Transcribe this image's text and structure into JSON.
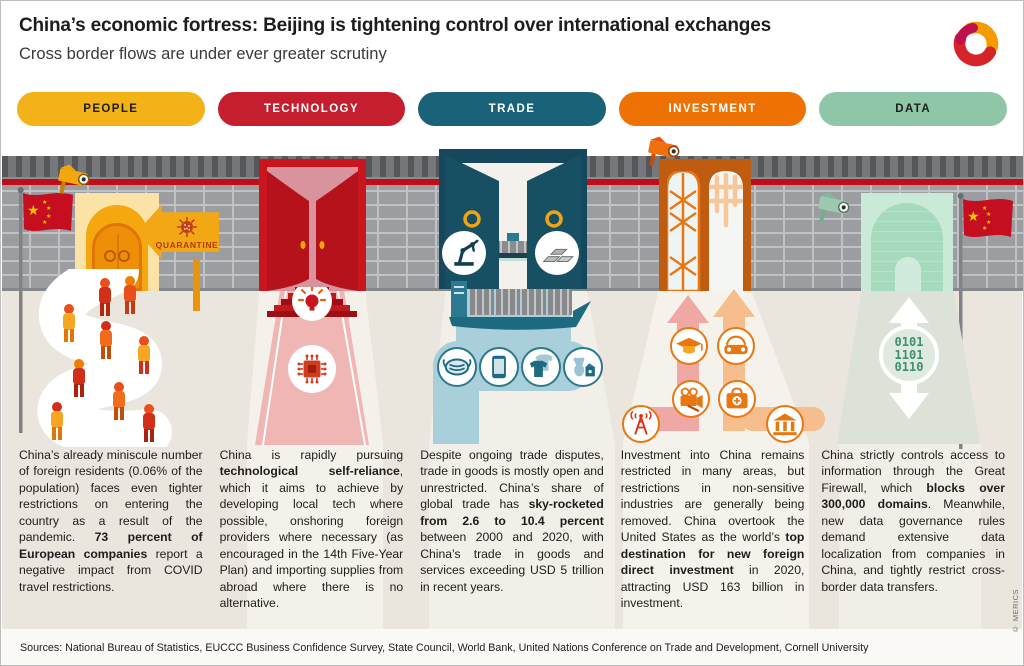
{
  "header": {
    "title": "China’s economic fortress: Beijing is tightening control over international exchanges",
    "subtitle": "Cross border flows are under ever greater scrutiny",
    "logo": "merics-logo"
  },
  "categories": [
    {
      "label": "PEOPLE",
      "color": "#F2B218",
      "text_color": "#1d1d1b"
    },
    {
      "label": "TECHNOLOGY",
      "color": "#C41E2F",
      "text_color": "#ffffff"
    },
    {
      "label": "TRADE",
      "color": "#1A6278",
      "text_color": "#ffffff"
    },
    {
      "label": "INVESTMENT",
      "color": "#EE7203",
      "text_color": "#ffffff"
    },
    {
      "label": "DATA",
      "color": "#8FC6A7",
      "text_color": "#1d1d1b"
    }
  ],
  "scene": {
    "quarantine_label": "QUARANTINE",
    "binary": [
      "0101",
      "1101",
      "0110"
    ],
    "icons": [
      "china-flag",
      "surveillance-camera",
      "virus",
      "lightbulb",
      "microchip",
      "robot-arm",
      "metal-ingots",
      "container-ship",
      "face-mask",
      "smartphone",
      "clothing",
      "toys",
      "graduation-cap",
      "car",
      "video-camera",
      "first-aid-kit",
      "radio-tower",
      "bank",
      "up-down-arrows",
      "binary-code"
    ]
  },
  "sections": [
    {
      "id": "people",
      "paragraph": [
        {
          "t": "China’s already miniscule number of foreign residents (0.06% of the population) faces even tighter restrictions on entering the country as a result of the pandemic. ",
          "b": false
        },
        {
          "t": "73 percent of European companies",
          "b": true
        },
        {
          "t": " report a negative impact from COVID travel restrictions.",
          "b": false
        }
      ]
    },
    {
      "id": "technology",
      "paragraph": [
        {
          "t": "China is rapidly pursuing ",
          "b": false
        },
        {
          "t": "technological self-reliance",
          "b": true
        },
        {
          "t": ", which it aims to achieve by developing local tech where possible, onshoring foreign providers where necessary (as encouraged in the 14th Five-Year Plan) and importing supplies from abroad where there is no alternative.",
          "b": false
        }
      ]
    },
    {
      "id": "trade",
      "paragraph": [
        {
          "t": "Despite ongoing trade disputes, trade in goods is mostly open and unrestricted. China’s share of global trade has ",
          "b": false
        },
        {
          "t": "sky-rocketed from 2.6 to 10.4 percent",
          "b": true
        },
        {
          "t": " between 2000 and 2020, with China’s trade in goods and services exceeding USD 5 trillion in recent years.",
          "b": false
        }
      ]
    },
    {
      "id": "investment",
      "paragraph": [
        {
          "t": "Investment into China remains restricted in many areas, but restrictions in non-sensitive industries are generally being removed. China overtook the United States as the world’s ",
          "b": false
        },
        {
          "t": "top destination for new foreign direct investment",
          "b": true
        },
        {
          "t": " in 2020, attracting USD 163 billion in investment.",
          "b": false
        }
      ]
    },
    {
      "id": "data",
      "paragraph": [
        {
          "t": "China strictly controls access to information through the Great Firewall, which ",
          "b": false
        },
        {
          "t": "blocks over 300,000 domains",
          "b": true
        },
        {
          "t": ". Meanwhile, new data governance rules demand extensive data localization from companies in China, and tightly restrict cross-border data transfers.",
          "b": false
        }
      ]
    }
  ],
  "footer": {
    "sources": "Sources: National Bureau of Statistics, EUCCC Business Confidence Survey, State Council, World Bank, United Nations Conference on Trade and Development, Cornell University",
    "credit": "© MERICS"
  },
  "colors": {
    "wall": "#9B9DA0",
    "roof": "#6E7072",
    "red_stripe": "#C00D1A",
    "background": "#EAE5DD",
    "river": "#A9CFDA",
    "data_beam": "#DCE2D8"
  }
}
